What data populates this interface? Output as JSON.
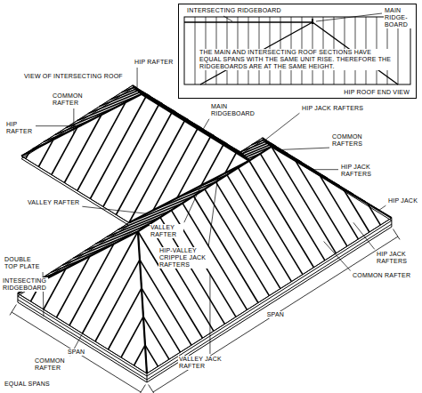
{
  "diagram": {
    "title": "VIEW OF INTERSECTING ROOF",
    "caption": "EQUAL SPANS",
    "nodes": [
      {
        "text": [
          "INTERSECTING RIDGEBOARD",
          "MAIN RIDGE- BOARD",
          "THE MAIN AND INTERSECTING ROOF SECTIONS HAVE EQUAL SPANS WITH THE SAME UNIT RISE. THEREFORE THE RIDGEBOARDS ARE AT THE SAME HEIGHT.",
          "HIP ROOF END VIEW"
        ]
      }
    ],
    "labels": [
      "HIP RAFTER",
      "COMMON RAFTER",
      "HIP RAFTER",
      "MAIN RIDGEBOARD",
      "VALLEY RAFTER",
      "VALLEY RAFTER",
      "HIP-VALLEY CRIPPLE JACK RAFTERS",
      "DOUBLE TOP PLATE",
      "INTESECTING RIDGEBOARD",
      "SPAN",
      "COMMON RAFTER",
      "VALLEY JACK RAFTER",
      "SPAN",
      "COMMON RAFTER",
      "HIP JACK RAFTERS",
      "HIP JACK",
      "HIP JACK RAFTERS",
      "COMMON RAFTERS",
      "HIP JACK RAFTERS"
    ]
  }
}
